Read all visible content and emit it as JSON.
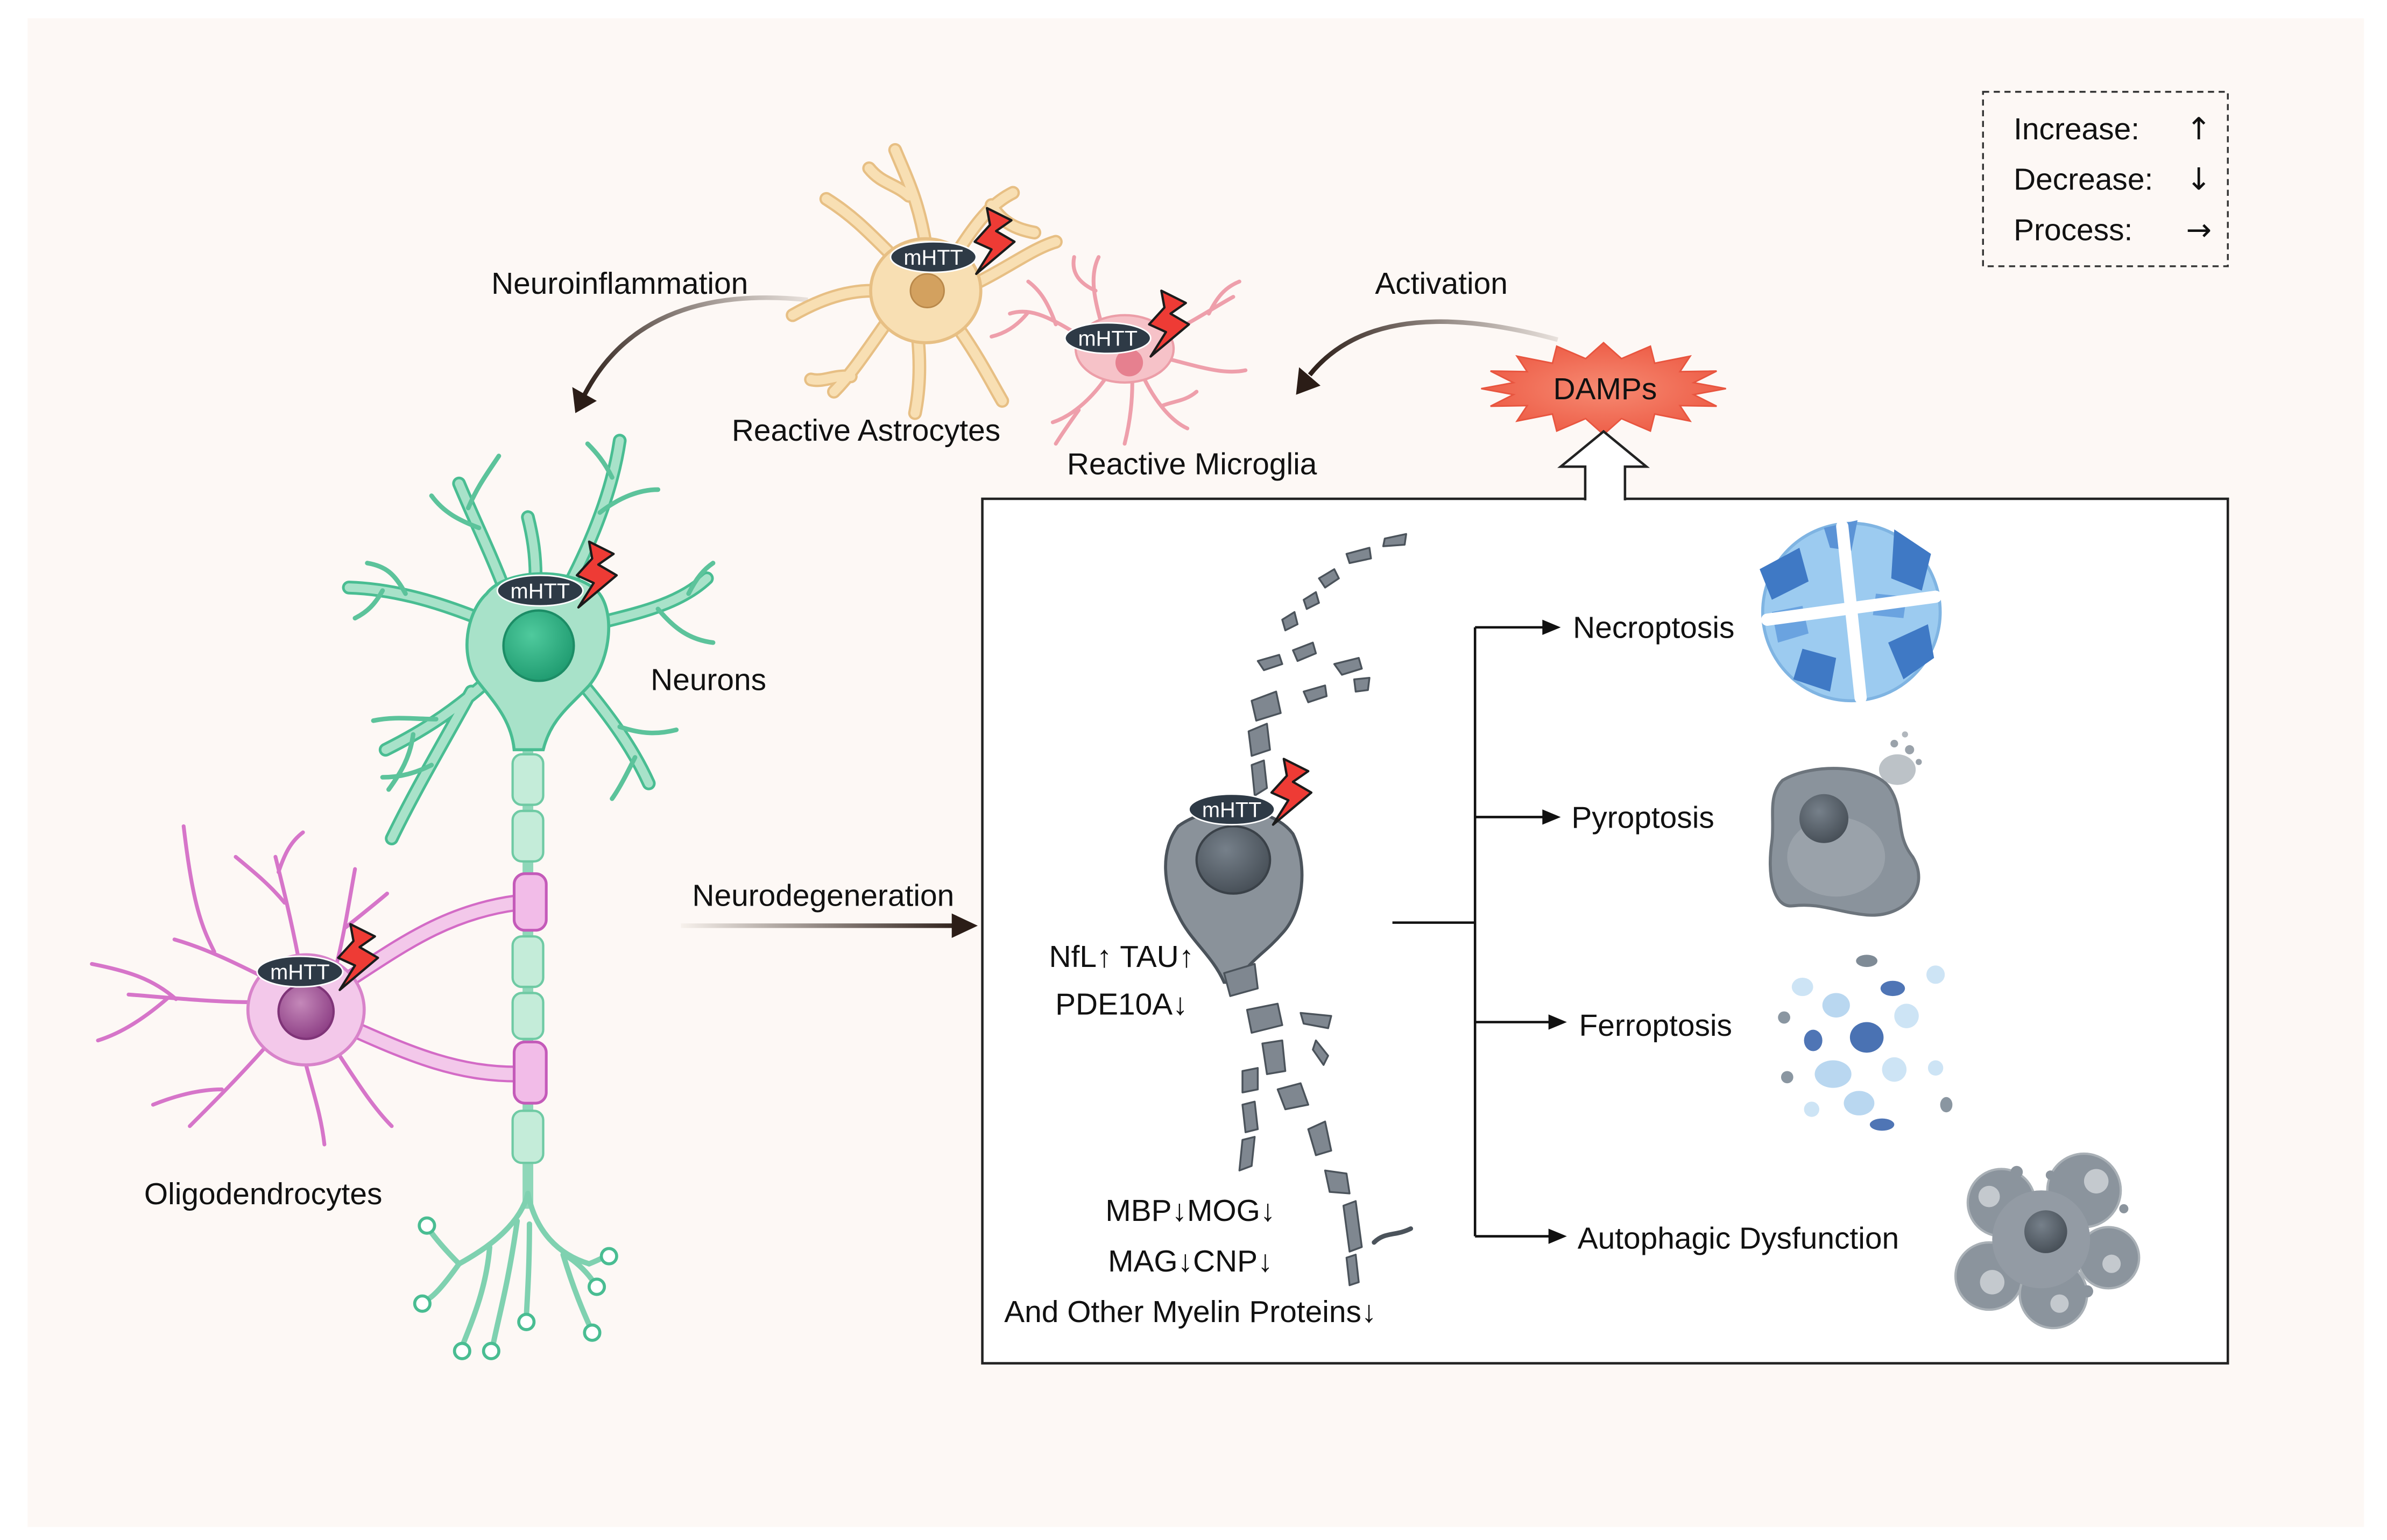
{
  "legend": {
    "items": [
      {
        "label": "Increase:",
        "symbol": "↑"
      },
      {
        "label": "Decrease:",
        "symbol": "↓"
      },
      {
        "label": "Process:",
        "symbol": "→"
      }
    ]
  },
  "labels": {
    "neuroinflammation": "Neuroinflammation",
    "activation": "Activation",
    "reactive_astrocytes": "Reactive Astrocytes",
    "reactive_microglia": "Reactive Microglia",
    "damps": "DAMPs",
    "neurons": "Neurons",
    "oligodendrocytes": "Oligodendrocytes",
    "neurodegeneration": "Neurodegeneration"
  },
  "mhtt": "mHTT",
  "markers": {
    "line1": "NfL↑ TAU↑",
    "line2": "PDE10A↓"
  },
  "myelin": [
    "MBP↓MOG↓",
    "MAG↓CNP↓",
    "And Other Myelin Proteins↓"
  ],
  "outcomes": [
    {
      "label": "Necroptosis"
    },
    {
      "label": "Pyroptosis"
    },
    {
      "label": "Ferroptosis"
    },
    {
      "label": "Autophagic Dysfunction"
    }
  ],
  "colors": {
    "astrocyte": "#f8dfb3",
    "microglia": "#f6c2c8",
    "neuron": "#a8e2c9",
    "oligodendrocyte": "#f3c8ea",
    "degenerating_neuron": "#8a929a",
    "damps": "#ee5b44"
  }
}
